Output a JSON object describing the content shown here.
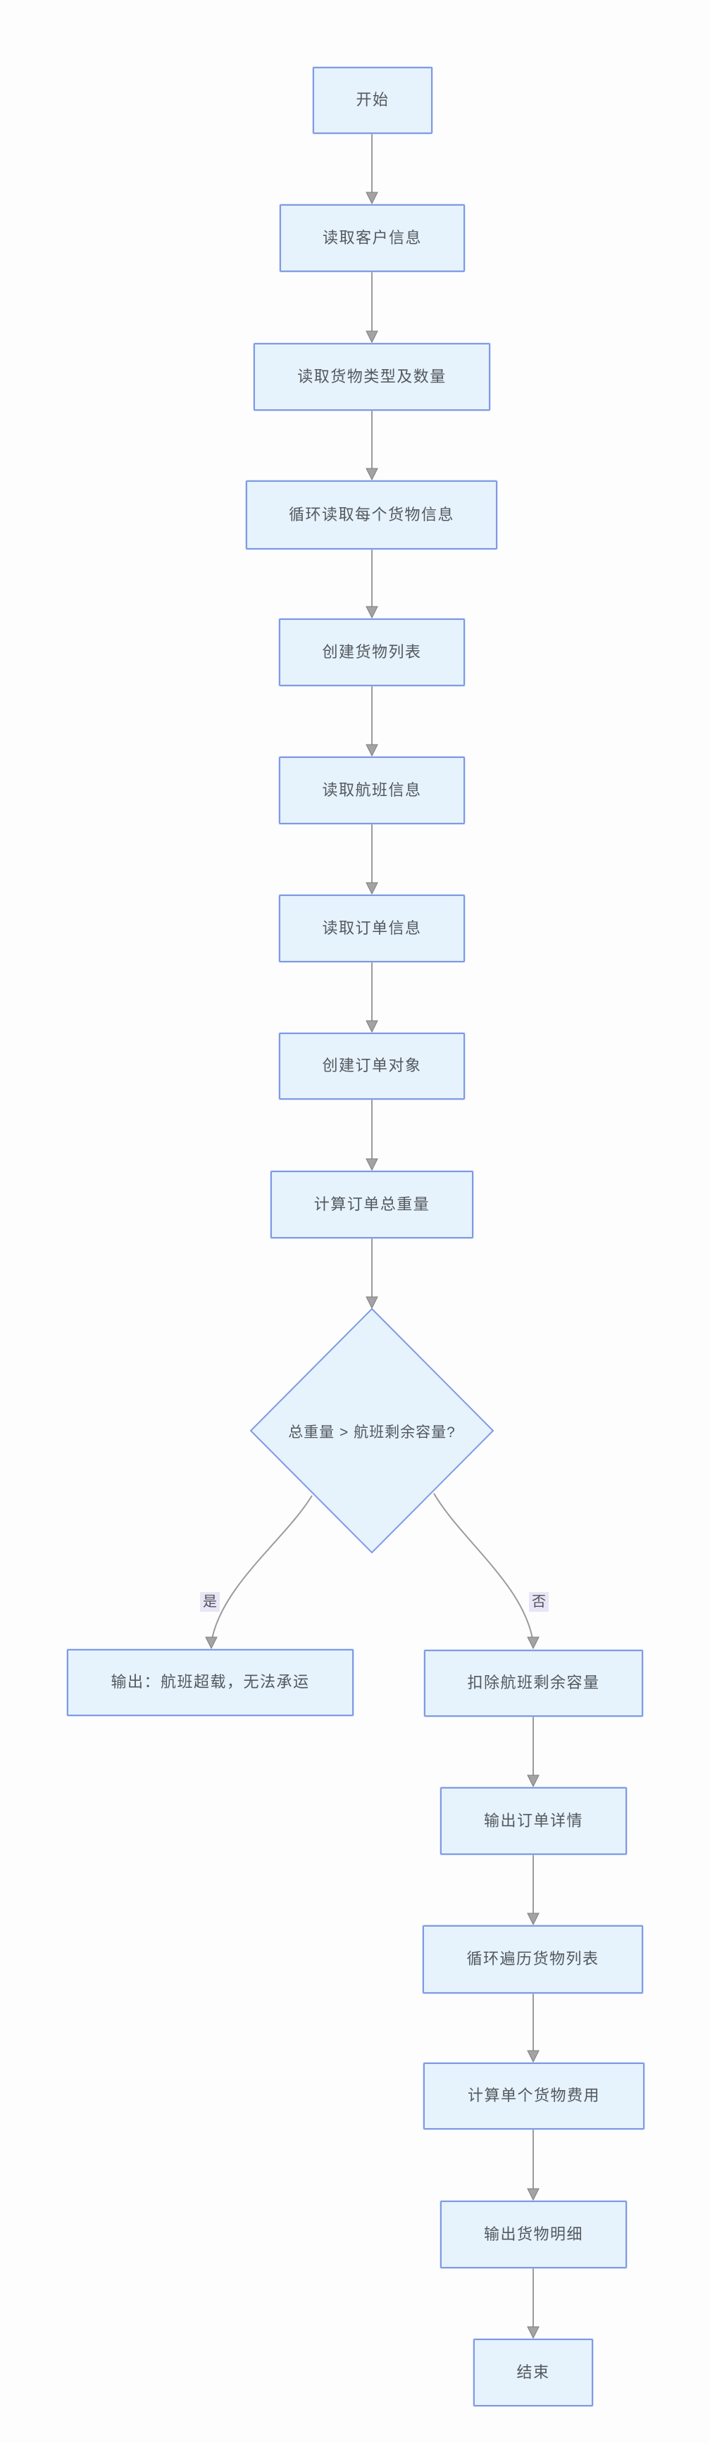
{
  "diagram": {
    "type": "flowchart",
    "direction": "top-down",
    "nodes": [
      {
        "id": "start",
        "shape": "rect",
        "label": "开始"
      },
      {
        "id": "read-customer",
        "shape": "rect",
        "label": "读取客户信息"
      },
      {
        "id": "read-cargo-type",
        "shape": "rect",
        "label": "读取货物类型及数量"
      },
      {
        "id": "loop-read-cargo",
        "shape": "rect",
        "label": "循环读取每个货物信息"
      },
      {
        "id": "create-cargo-list",
        "shape": "rect",
        "label": "创建货物列表"
      },
      {
        "id": "read-flight",
        "shape": "rect",
        "label": "读取航班信息"
      },
      {
        "id": "read-order",
        "shape": "rect",
        "label": "读取订单信息"
      },
      {
        "id": "create-order",
        "shape": "rect",
        "label": "创建订单对象"
      },
      {
        "id": "calc-total-weight",
        "shape": "rect",
        "label": "计算订单总重量"
      },
      {
        "id": "decision-capacity",
        "shape": "diamond",
        "label": "总重量 > 航班剩余容量?"
      },
      {
        "id": "output-overload",
        "shape": "rect",
        "label": "输出：航班超载，无法承运"
      },
      {
        "id": "deduct-capacity",
        "shape": "rect",
        "label": "扣除航班剩余容量"
      },
      {
        "id": "output-order-detail",
        "shape": "rect",
        "label": "输出订单详情"
      },
      {
        "id": "loop-cargo-list",
        "shape": "rect",
        "label": "循环遍历货物列表"
      },
      {
        "id": "calc-cargo-fee",
        "shape": "rect",
        "label": "计算单个货物费用"
      },
      {
        "id": "output-cargo-detail",
        "shape": "rect",
        "label": "输出货物明细"
      },
      {
        "id": "end",
        "shape": "rect",
        "label": "结束"
      }
    ],
    "edges": [
      {
        "from": "start",
        "to": "read-customer",
        "label": ""
      },
      {
        "from": "read-customer",
        "to": "read-cargo-type",
        "label": ""
      },
      {
        "from": "read-cargo-type",
        "to": "loop-read-cargo",
        "label": ""
      },
      {
        "from": "loop-read-cargo",
        "to": "create-cargo-list",
        "label": ""
      },
      {
        "from": "create-cargo-list",
        "to": "read-flight",
        "label": ""
      },
      {
        "from": "read-flight",
        "to": "read-order",
        "label": ""
      },
      {
        "from": "read-order",
        "to": "create-order",
        "label": ""
      },
      {
        "from": "create-order",
        "to": "calc-total-weight",
        "label": ""
      },
      {
        "from": "calc-total-weight",
        "to": "decision-capacity",
        "label": ""
      },
      {
        "from": "decision-capacity",
        "to": "output-overload",
        "label": "是"
      },
      {
        "from": "decision-capacity",
        "to": "deduct-capacity",
        "label": "否"
      },
      {
        "from": "deduct-capacity",
        "to": "output-order-detail",
        "label": ""
      },
      {
        "from": "output-order-detail",
        "to": "loop-cargo-list",
        "label": ""
      },
      {
        "from": "loop-cargo-list",
        "to": "calc-cargo-fee",
        "label": ""
      },
      {
        "from": "calc-cargo-fee",
        "to": "output-cargo-detail",
        "label": ""
      },
      {
        "from": "output-cargo-detail",
        "to": "end",
        "label": ""
      }
    ],
    "branch_labels": {
      "yes": "是",
      "no": "否"
    },
    "colors": {
      "node_fill": "#e6f2fc",
      "node_border": "#7f9ae4",
      "arrow_line": "#9b9b9b",
      "arrowhead_fill": "#a3a3a3",
      "text": "#53585d",
      "edge_label_bg": "#e9e5f6",
      "background": "#fdfdfe"
    }
  }
}
